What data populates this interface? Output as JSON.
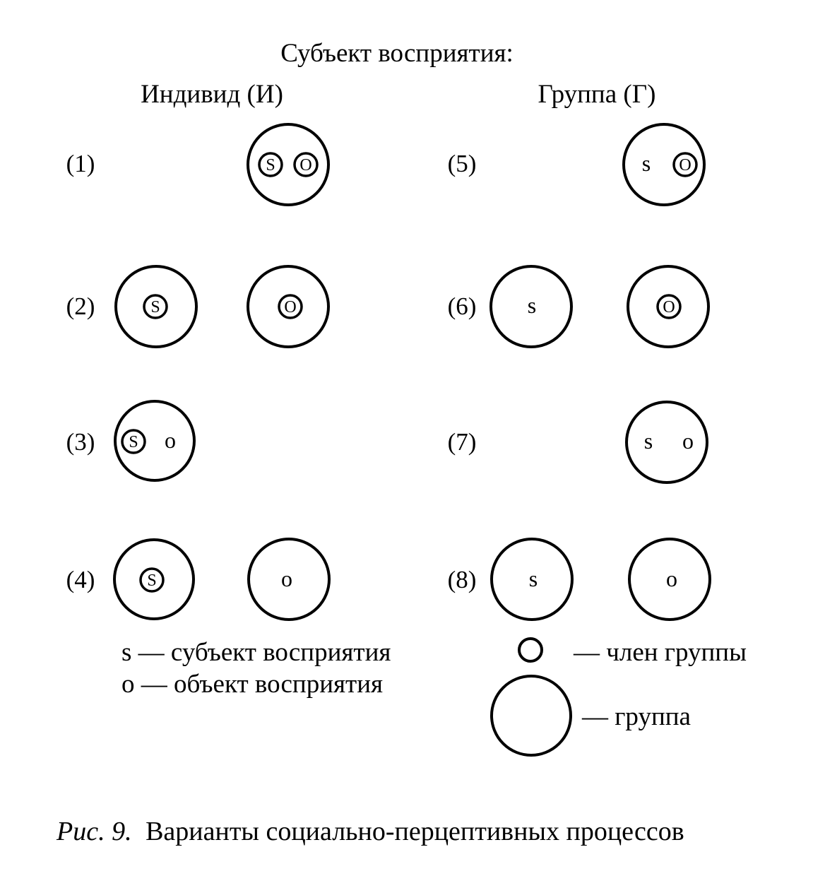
{
  "heading": {
    "title": "Субъект восприятия:",
    "individual": "Индивид (И)",
    "group": "Группа (Г)"
  },
  "rows": {
    "r1": "(1)",
    "r2": "(2)",
    "r3": "(3)",
    "r4": "(4)",
    "r5": "(5)",
    "r6": "(6)",
    "r7": "(7)",
    "r8": "(8)"
  },
  "marks": {
    "s": "s",
    "o": "o",
    "s_ring": "S",
    "o_ring": "O"
  },
  "legend": {
    "subject": "s — субъект восприятия",
    "object": "o — объект восприятия",
    "member": "— член группы",
    "group": "— группа"
  },
  "caption": {
    "prefix": "Рис. 9.",
    "text": "Варианты социально-перцептивных процессов"
  }
}
